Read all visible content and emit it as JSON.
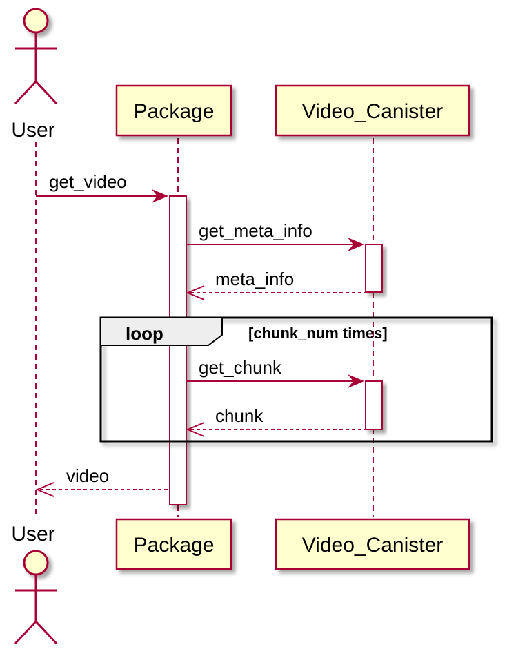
{
  "participants": [
    {
      "id": "user",
      "label": "User",
      "kind": "actor"
    },
    {
      "id": "package",
      "label": "Package",
      "kind": "participant"
    },
    {
      "id": "video_canister",
      "label": "Video_Canister",
      "kind": "participant"
    }
  ],
  "messages": [
    {
      "label": "get_video",
      "from": "User",
      "to": "Package",
      "style": "solid"
    },
    {
      "label": "get_meta_info",
      "from": "Package",
      "to": "Video_Canister",
      "style": "solid"
    },
    {
      "label": "meta_info",
      "from": "Video_Canister",
      "to": "Package",
      "style": "dashed"
    },
    {
      "label": "get_chunk",
      "from": "Package",
      "to": "Video_Canister",
      "style": "solid"
    },
    {
      "label": "chunk",
      "from": "Video_Canister",
      "to": "Package",
      "style": "dashed"
    },
    {
      "label": "video",
      "from": "Package",
      "to": "User",
      "style": "dashed"
    }
  ],
  "loop": {
    "keyword": "loop",
    "guard": "[chunk_num times]"
  },
  "colors": {
    "line": "#A80036",
    "participant_fill": "#FEFECE",
    "shadow": "#c8c8c8",
    "frame": "#000000",
    "frame_tab": "#EEEEEE"
  }
}
